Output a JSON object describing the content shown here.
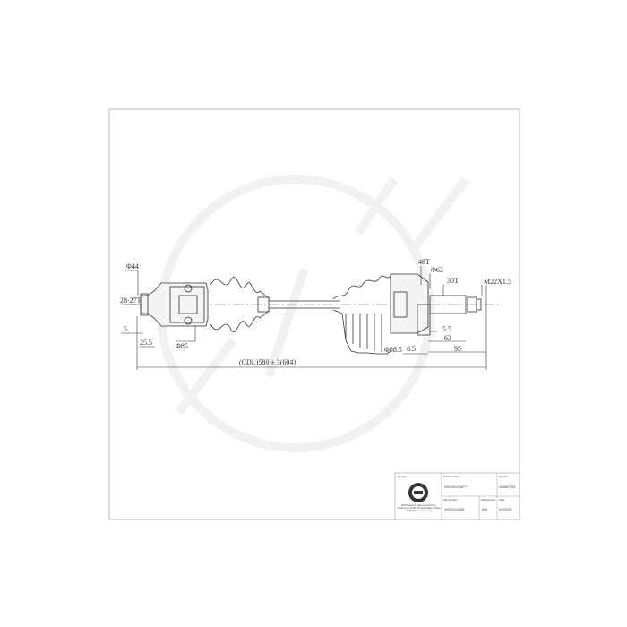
{
  "drawing": {
    "dimensions": {
      "d44": "Φ44",
      "spline_inner": "28-27T",
      "d5": "5",
      "d25_5": "25.5",
      "d85": "Φ85",
      "length": "(CDL)580 ± 3(604)",
      "abs_ring": "48T",
      "d62": "Φ62",
      "spline_outer": "30T",
      "thread": "M22X1.5",
      "d5_5": "5.5",
      "d63": "63",
      "d95": "95",
      "d88_5": "Φ88.5",
      "d8_5": "8.5"
    },
    "line_color": "#333333",
    "frame_color": "#999999"
  },
  "title_block": {
    "importer_label": "Importer",
    "importer_text": "SKB Wojciech Adamczewski Sp.k. Pszenicznа 31 80-866 Wodzisław, Poland info@skol.eu www.skol.pl",
    "product_name_label": "Product name",
    "product_name": "DRIVESHAFT",
    "symbol_label": "Symbol",
    "symbol": "4086VT34",
    "oe_label": "OE Number",
    "oe_number": "4950125836",
    "diagram_label": "Diagram No.",
    "diagram_no": "001",
    "date_label": "Date",
    "date": "02/2025"
  }
}
